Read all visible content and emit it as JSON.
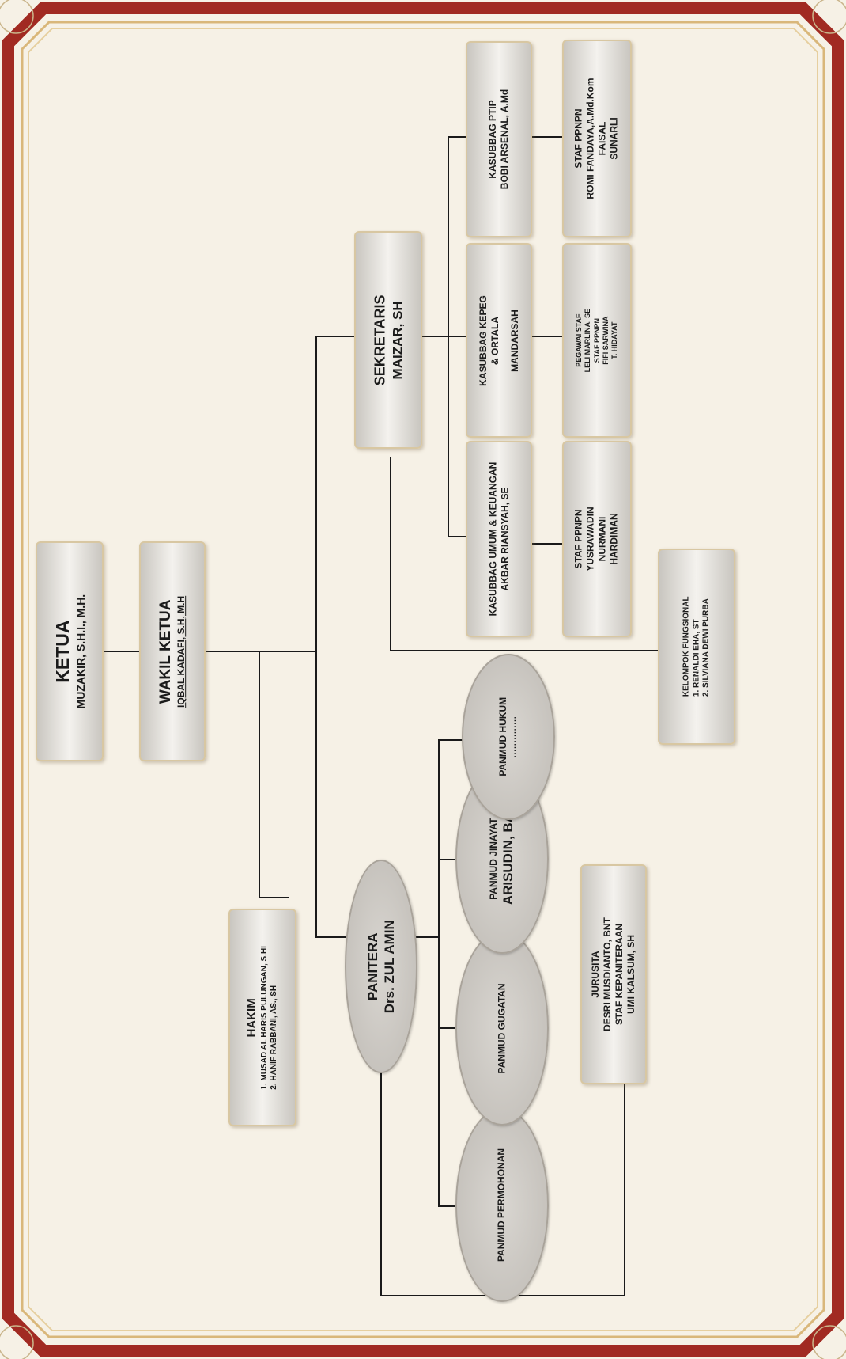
{
  "colors": {
    "frame_red": "#a12a22",
    "frame_gold": "#d9b77a",
    "paper": "#f6f1e6",
    "box_fill": "#e8e6e2",
    "ellipse_fill": "#c9c5bf"
  },
  "ketua": {
    "title": "KETUA",
    "name": "MUZAKIR, S.H.I., M.H."
  },
  "wakil": {
    "title": "WAKIL KETUA",
    "name": "IQBAL KADAFI, S.H, M.H"
  },
  "hakim": {
    "title": "HAKIM",
    "members": [
      "1. MUSAD AL HARIS PULUNGAN, S.HI",
      "2. HANIF RABBANI, AS., SH"
    ]
  },
  "panitera": {
    "title": "PANITERA",
    "name": "Drs. ZUL AMIN"
  },
  "sekretaris": {
    "title": "SEKRETARIS",
    "name": "MAIZAR, SH"
  },
  "kasubbag_ptip": {
    "title": "KASUBBAG PTIP",
    "name": "BOBI ARSENAL, A.Md"
  },
  "kasubbag_kepeg": {
    "line1": "KASUBBAG KEPEG",
    "line2": "& ORTALA",
    "name": "MANDARSAH"
  },
  "kasubbag_umum": {
    "title": "KASUBBAG UMUM & KEUANGAN",
    "name": "AKBAR RIANSYAH, SE"
  },
  "staf_ptip": {
    "title": "STAF PPNPN",
    "lines": [
      "ROMI FANDAYA,A.Md.Kom",
      "FAISAL",
      "SUNARLI"
    ]
  },
  "staf_kepeg": {
    "lines": [
      "PEGAWAI STAF",
      "LELI MARLINA, SE",
      "STAF PPNPN",
      "FIFI SARWINA",
      "T. HIDAYAT"
    ]
  },
  "staf_umum": {
    "title": "STAF PPNPN",
    "lines": [
      "YUSRAWADIN",
      "NURMANI",
      "HARDIMAN"
    ]
  },
  "fungsional": {
    "title": "KELOMPOK FUNGSIONAL",
    "members": [
      "1. RENALDI EHA, ST",
      "2. SILVIANA DEWI PURBA"
    ]
  },
  "panmud_hukum": {
    "title": "PANMUD HUKUM",
    "name": ""
  },
  "panmud_jinayat": {
    "title": "PANMUD JINAYAT",
    "name": "ARISUDIN, BA"
  },
  "panmud_gugatan": {
    "title": "PANMUD GUGATAN"
  },
  "panmud_permohonan": {
    "title": "PANMUD PERMOHONAN"
  },
  "jurusita": {
    "title": "JURUSITA",
    "name": "DESRI MUSDIANTO, BNT",
    "staf_title": "STAF KEPANITERAAN",
    "staf_name": "UMI KALSUM, SH"
  }
}
